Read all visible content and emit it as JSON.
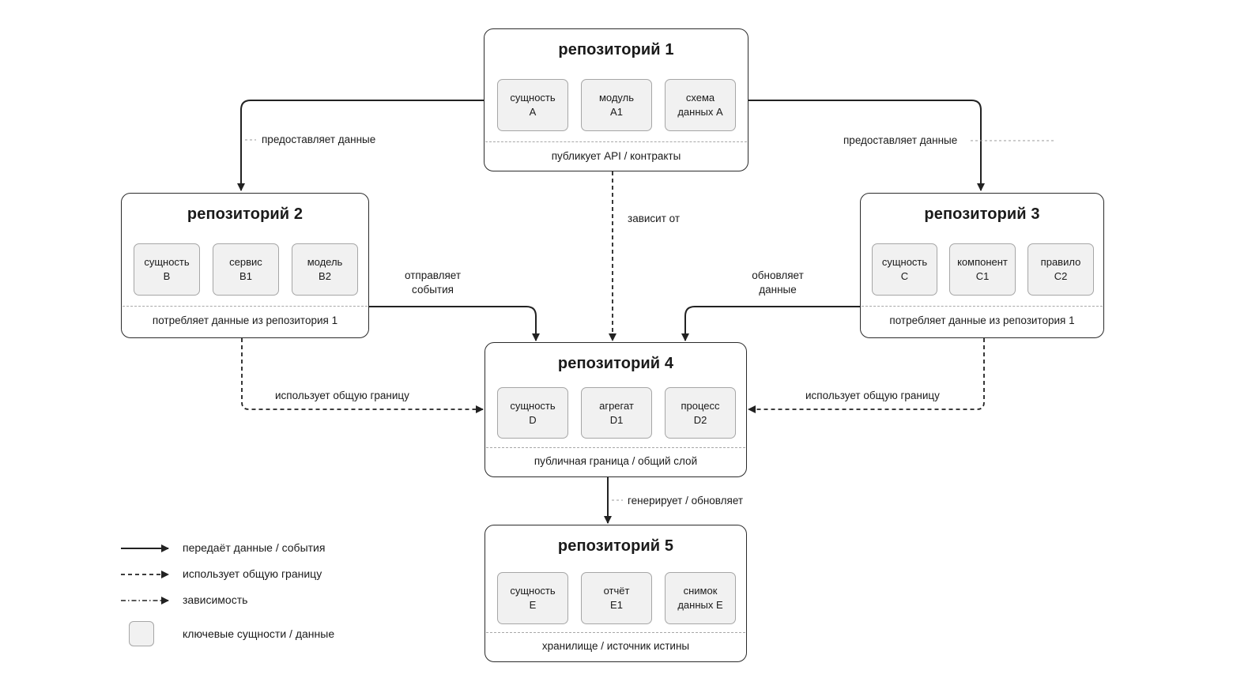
{
  "repositories": [
    {
      "id": "repo1",
      "title": "репозиторий 1",
      "entities": [
        {
          "line1": "сущность",
          "line2": "A"
        },
        {
          "line1": "модуль",
          "line2": "A1"
        },
        {
          "line1": "схема",
          "line2": "данных A"
        }
      ],
      "footer": "публикует API / контракты"
    },
    {
      "id": "repo2",
      "title": "репозиторий 2",
      "entities": [
        {
          "line1": "сущность",
          "line2": "B"
        },
        {
          "line1": "сервис",
          "line2": "B1"
        },
        {
          "line1": "модель",
          "line2": "B2"
        }
      ],
      "footer": "потребляет данные из репозитория 1"
    },
    {
      "id": "repo3",
      "title": "репозиторий 3",
      "entities": [
        {
          "line1": "сущность",
          "line2": "C"
        },
        {
          "line1": "компонент",
          "line2": "C1"
        },
        {
          "line1": "правило",
          "line2": "C2"
        }
      ],
      "footer": "потребляет данные из репозитория 1"
    },
    {
      "id": "repo4",
      "title": "репозиторий 4",
      "entities": [
        {
          "line1": "сущность",
          "line2": "D"
        },
        {
          "line1": "агрегат",
          "line2": "D1"
        },
        {
          "line1": "процесс",
          "line2": "D2"
        }
      ],
      "footer": "публичная граница / общий слой"
    },
    {
      "id": "repo5",
      "title": "репозиторий 5",
      "entities": [
        {
          "line1": "сущность",
          "line2": "E"
        },
        {
          "line1": "отчёт",
          "line2": "E1"
        },
        {
          "line1": "снимок",
          "line2": "данных E"
        }
      ],
      "footer": "хранилище / источник истины"
    }
  ],
  "edge_labels": {
    "r1_to_r2": "предоставляет данные",
    "r1_to_r3": "предоставляет данные",
    "r1_to_r4": "зависит от",
    "r2_to_r4_line1": "отправляет",
    "r2_to_r4_line2": "события",
    "r3_to_r4_line1": "обновляет",
    "r3_to_r4_line2": "данные",
    "r2_shared": "использует общую границу",
    "r3_shared": "использует общую границу",
    "r4_to_r5": "генерирует / обновляет"
  },
  "legend": {
    "solid": "передаёт данные / события",
    "dashed": "использует общую границу",
    "dashdot": "зависимость",
    "box": "ключевые сущности / данные"
  },
  "colors": {
    "stroke": "#2b2b2b",
    "entity_fill": "#f1f1f1",
    "entity_border": "#a6a6a6",
    "divider": "#a8a8a8"
  }
}
